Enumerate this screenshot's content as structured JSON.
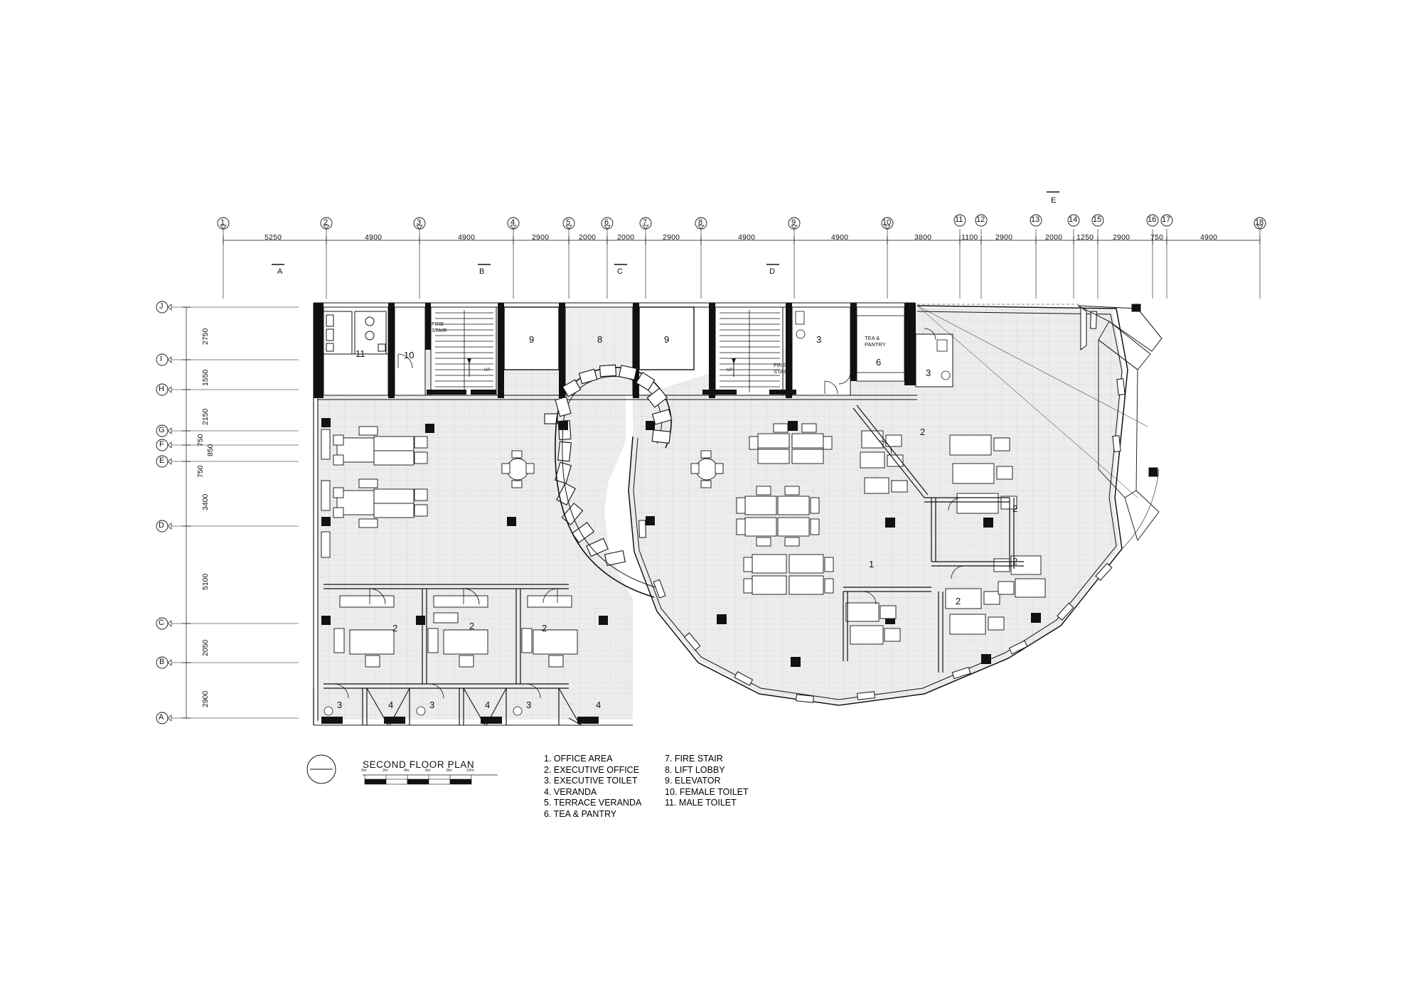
{
  "drawing": {
    "title": "SECOND FLOOR PLAN",
    "sheet_background": "#ffffff",
    "line_color": "#111111",
    "wall_fill": "#000000",
    "floor_tile_color": "#e9e9e9"
  },
  "scale_bar": {
    "ticks": [
      "0m",
      "2m",
      "4m",
      "6m",
      "8m",
      "10m"
    ]
  },
  "grid": {
    "horizontal_labels": [
      "1",
      "2",
      "3",
      "4",
      "5",
      "6",
      "7",
      "8",
      "9",
      "10",
      "11",
      "12",
      "13",
      "14",
      "15",
      "16",
      "17",
      "18"
    ],
    "horizontal_dims": [
      "5250",
      "4900",
      "4900",
      "2900",
      "2000",
      "2000",
      "2900",
      "4900",
      "4900",
      "3800",
      "1100",
      "2900",
      "2000",
      "1250",
      "2900",
      "750",
      "4900"
    ],
    "vertical_labels": [
      "J",
      "I",
      "H",
      "G",
      "F",
      "E",
      "D",
      "C",
      "B",
      "A"
    ],
    "vertical_dims": [
      "2750",
      "1550",
      "2150",
      "750",
      "850",
      "750",
      "3400",
      "5100",
      "2050",
      "2900"
    ]
  },
  "section_markers": [
    {
      "label": "A"
    },
    {
      "label": "B"
    },
    {
      "label": "C"
    },
    {
      "label": "D"
    },
    {
      "label": "E"
    }
  ],
  "room_labels": [
    {
      "id": "r-11",
      "text": "11"
    },
    {
      "id": "r-10",
      "text": "10"
    },
    {
      "id": "r-9a",
      "text": "9"
    },
    {
      "id": "r-8",
      "text": "8"
    },
    {
      "id": "r-9b",
      "text": "9"
    },
    {
      "id": "r-3-top",
      "text": "3"
    },
    {
      "id": "r-6",
      "text": "6"
    },
    {
      "id": "r-3-right",
      "text": "3"
    },
    {
      "id": "r-2-a",
      "text": "2"
    },
    {
      "id": "r-2-b",
      "text": "2"
    },
    {
      "id": "r-2-c",
      "text": "2"
    },
    {
      "id": "r-2-d",
      "text": "2"
    },
    {
      "id": "r-1",
      "text": "1"
    },
    {
      "id": "r-2-e",
      "text": "2"
    },
    {
      "id": "r-2-f",
      "text": "2"
    },
    {
      "id": "r-2-g",
      "text": "2"
    },
    {
      "id": "r-3-b1",
      "text": "3"
    },
    {
      "id": "r-4-b1",
      "text": "4"
    },
    {
      "id": "r-3-b2",
      "text": "3"
    },
    {
      "id": "r-4-b2",
      "text": "4"
    },
    {
      "id": "r-3-b3",
      "text": "3"
    },
    {
      "id": "r-4-b3",
      "text": "4"
    }
  ],
  "annotations": {
    "fire_stair_left": "FIRE\nSTAIR",
    "fire_stair_right": "FIRE\nSTAIR",
    "tea_pantry": "TEA &\nPANTRY",
    "up_left": "UP",
    "up_right": "UP"
  },
  "legend": {
    "column_1": [
      "1. OFFICE AREA",
      "2. EXECUTIVE OFFICE",
      "3. EXECUTIVE TOILET",
      "4. VERANDA",
      "5. TERRACE VERANDA",
      "6. TEA & PANTRY"
    ],
    "column_2": [
      "7. FIRE STAIR",
      "8. LIFT LOBBY",
      "9. ELEVATOR",
      "10. FEMALE TOILET",
      "11. MALE TOILET"
    ]
  }
}
